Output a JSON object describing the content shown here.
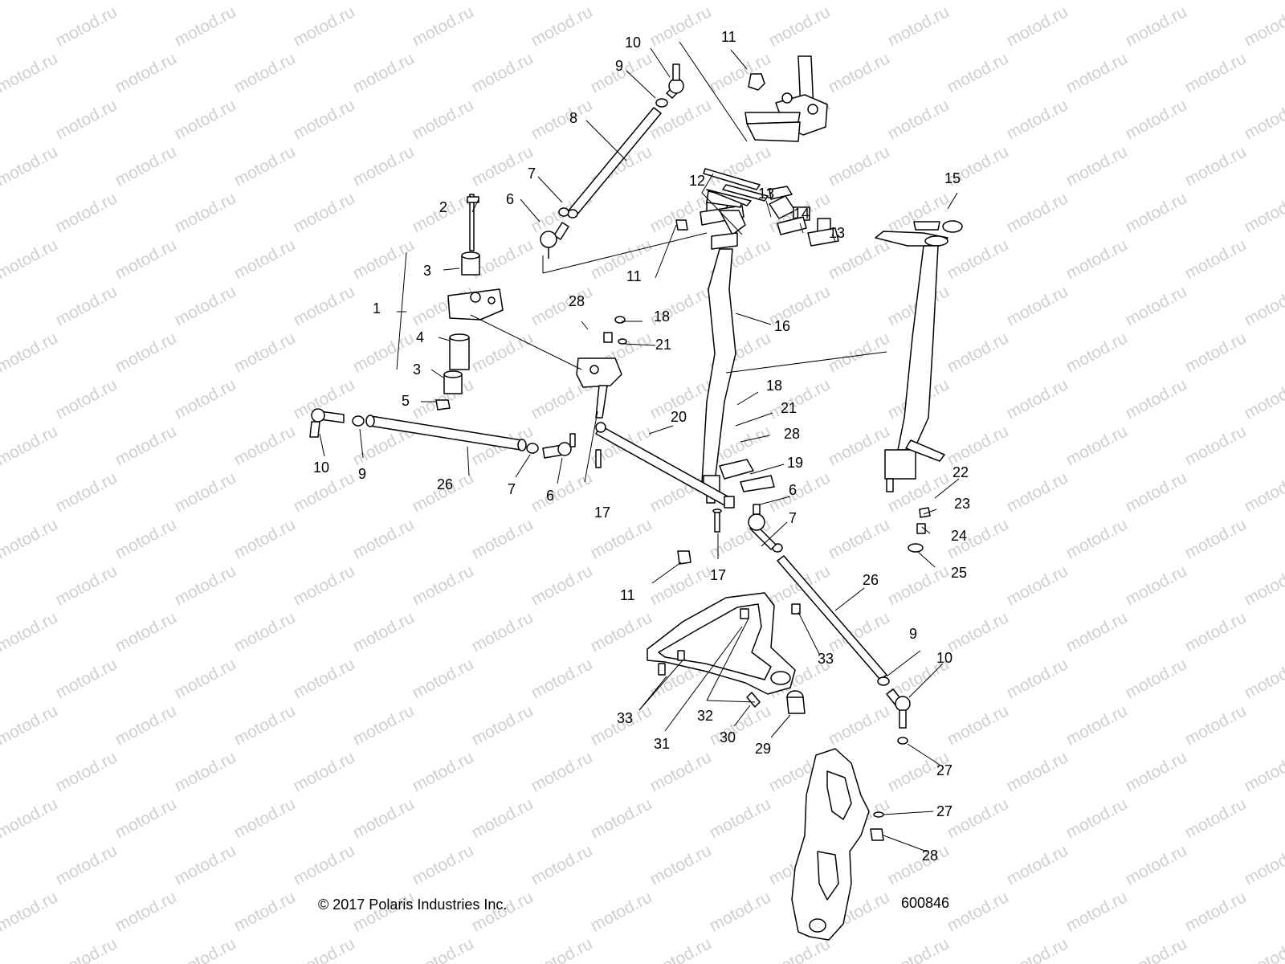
{
  "watermark": "motod.ru",
  "copyright": "© 2017 Polaris Industries Inc.",
  "diagram_number": "600846",
  "colors": {
    "line": "#000000",
    "watermark": "#cfcfcf",
    "background": "#ffffff"
  },
  "callouts": [
    "1",
    "2",
    "3",
    "3",
    "4",
    "5",
    "6",
    "6",
    "6",
    "7",
    "7",
    "7",
    "8",
    "9",
    "9",
    "9",
    "10",
    "10",
    "10",
    "11",
    "11",
    "11",
    "12",
    "13",
    "13",
    "14",
    "15",
    "16",
    "17",
    "17",
    "18",
    "18",
    "19",
    "20",
    "21",
    "21",
    "22",
    "23",
    "24",
    "25",
    "26",
    "26",
    "27",
    "27",
    "28",
    "28",
    "28",
    "29",
    "30",
    "31",
    "32",
    "33",
    "33"
  ]
}
